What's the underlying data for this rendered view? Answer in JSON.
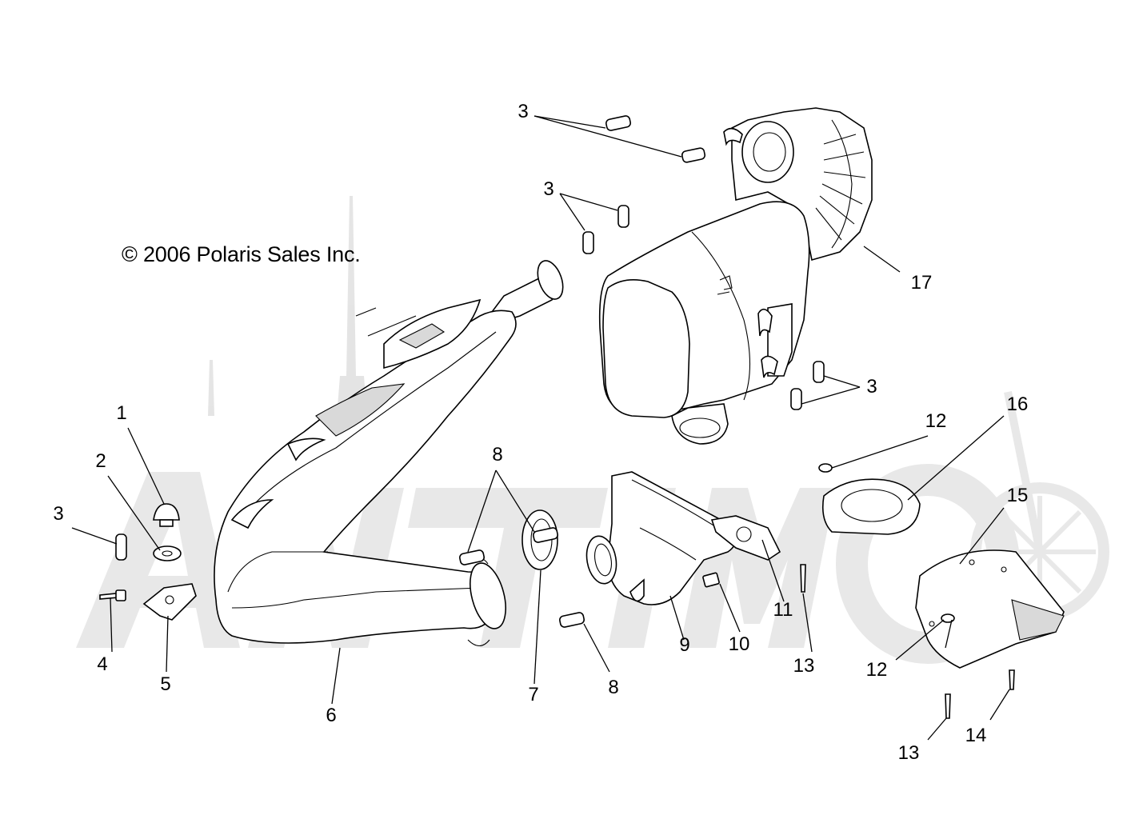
{
  "copyright": "© 2006 Polaris Sales Inc.",
  "watermark": {
    "text": "AnTimoto",
    "color": "#dcdcdc"
  },
  "callouts": [
    {
      "id": "c1",
      "label": "1"
    },
    {
      "id": "c2",
      "label": "2"
    },
    {
      "id": "c3a",
      "label": "3"
    },
    {
      "id": "c3b",
      "label": "3"
    },
    {
      "id": "c3c",
      "label": "3"
    },
    {
      "id": "c3d",
      "label": "3"
    },
    {
      "id": "c4",
      "label": "4"
    },
    {
      "id": "c5",
      "label": "5"
    },
    {
      "id": "c6",
      "label": "6"
    },
    {
      "id": "c7",
      "label": "7"
    },
    {
      "id": "c8a",
      "label": "8"
    },
    {
      "id": "c8b",
      "label": "8"
    },
    {
      "id": "c9",
      "label": "9"
    },
    {
      "id": "c10",
      "label": "10"
    },
    {
      "id": "c11",
      "label": "11"
    },
    {
      "id": "c12a",
      "label": "12"
    },
    {
      "id": "c12b",
      "label": "12"
    },
    {
      "id": "c13a",
      "label": "13"
    },
    {
      "id": "c13b",
      "label": "13"
    },
    {
      "id": "c14",
      "label": "14"
    },
    {
      "id": "c15",
      "label": "15"
    },
    {
      "id": "c16",
      "label": "16"
    },
    {
      "id": "c17",
      "label": "17"
    }
  ]
}
